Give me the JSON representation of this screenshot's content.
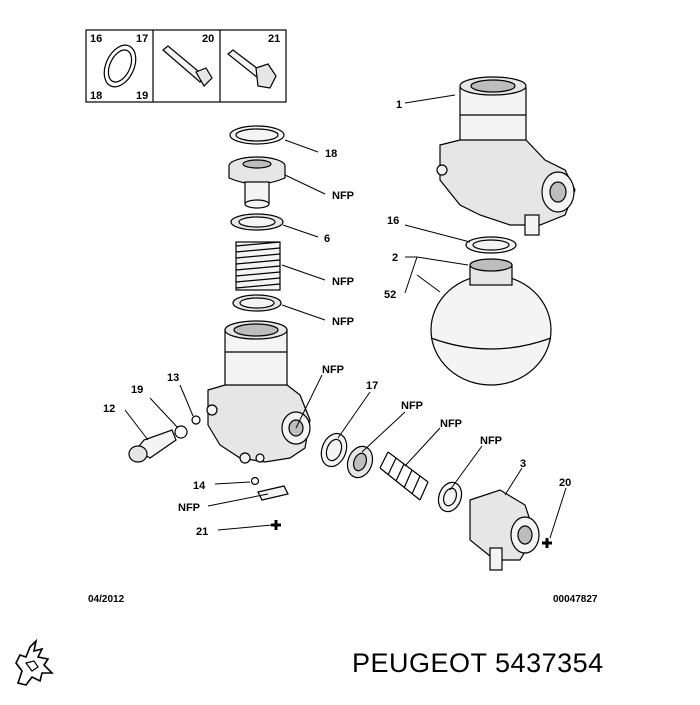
{
  "inset": {
    "cell1": {
      "tl": "16",
      "tr": "17",
      "bl": "18",
      "br": "19"
    },
    "cell2": {
      "tr": "20"
    },
    "cell3": {
      "tr": "21"
    }
  },
  "callouts": {
    "c1": "1",
    "c18": "18",
    "nfp_cap": "NFP",
    "c6": "6",
    "nfp_spring": "NFP",
    "nfp_ring": "NFP",
    "c16": "16",
    "c2": "2",
    "c52": "52",
    "c19": "19",
    "c13": "13",
    "c12": "12",
    "nfp_body": "NFP",
    "c17": "17",
    "nfp_mid1": "NFP",
    "nfp_mid2": "NFP",
    "nfp_mid3": "NFP",
    "c3": "3",
    "c14": "14",
    "nfp_clip": "NFP",
    "c21": "21",
    "c20": "20"
  },
  "footer": {
    "date": "04/2012",
    "ref": "00047827"
  },
  "brand": {
    "text": "PEUGEOT 5437354"
  },
  "icons": {
    "logo": "peugeot-lion-icon"
  }
}
